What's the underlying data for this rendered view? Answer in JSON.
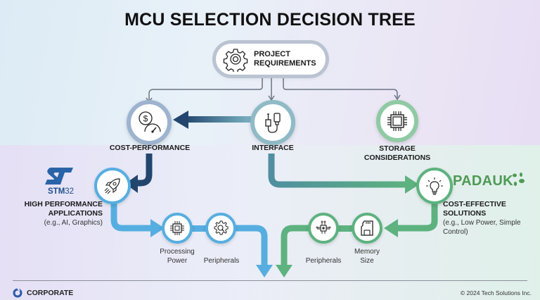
{
  "title": "MCU SELECTION DECISION TREE",
  "root": {
    "label_line1": "PROJECT",
    "label_line2": "REQUIREMENTS",
    "icon": "gear-icon"
  },
  "branches": {
    "cost_performance": {
      "label": "COST-PERFORMANCE",
      "icon": "dollar-gauge-icon"
    },
    "interface": {
      "label": "INTERFACE",
      "icon": "cable-connector-icon"
    },
    "storage": {
      "label_line1": "STORAGE",
      "label_line2": "CONSIDERATIONS",
      "icon": "chip-icon"
    }
  },
  "left_outcome": {
    "brand": {
      "prefix": "STM",
      "suffix": "32"
    },
    "title_line1": "HIGH PERFORMANCE",
    "title_line2": "APPLICATIONS",
    "subtitle": "(e.g., AI, Graphics)",
    "icon": "rocket-icon",
    "factors": [
      {
        "label_line1": "Processing",
        "label_line2": "Power",
        "icon": "processor-icon"
      },
      {
        "label_line1": "Peripherals",
        "label_line2": "",
        "icon": "gear-search-icon"
      }
    ]
  },
  "right_outcome": {
    "brand": "PADAUK",
    "title_line1": "COST-EFFECTIVE",
    "title_line2": "SOLUTIONS",
    "subtitle_line1": "(e.g., Low Power, Simple",
    "subtitle_line2": "Control)",
    "icon": "lightbulb-icon",
    "factors": [
      {
        "label_line1": "Peripherals",
        "label_line2": "",
        "icon": "circuit-chip-icon"
      },
      {
        "label_line1": "Memory",
        "label_line2": "Size",
        "icon": "sd-card-icon"
      }
    ]
  },
  "colors": {
    "dark_blue": "#23466e",
    "teal": "#5a9aa8",
    "light_blue": "#56aee0",
    "green": "#5db27f",
    "gray_connector": "#6b7484"
  },
  "footer": {
    "brand": "CORPORATE",
    "copyright": "© 2024 Tech Solutions Inc."
  }
}
